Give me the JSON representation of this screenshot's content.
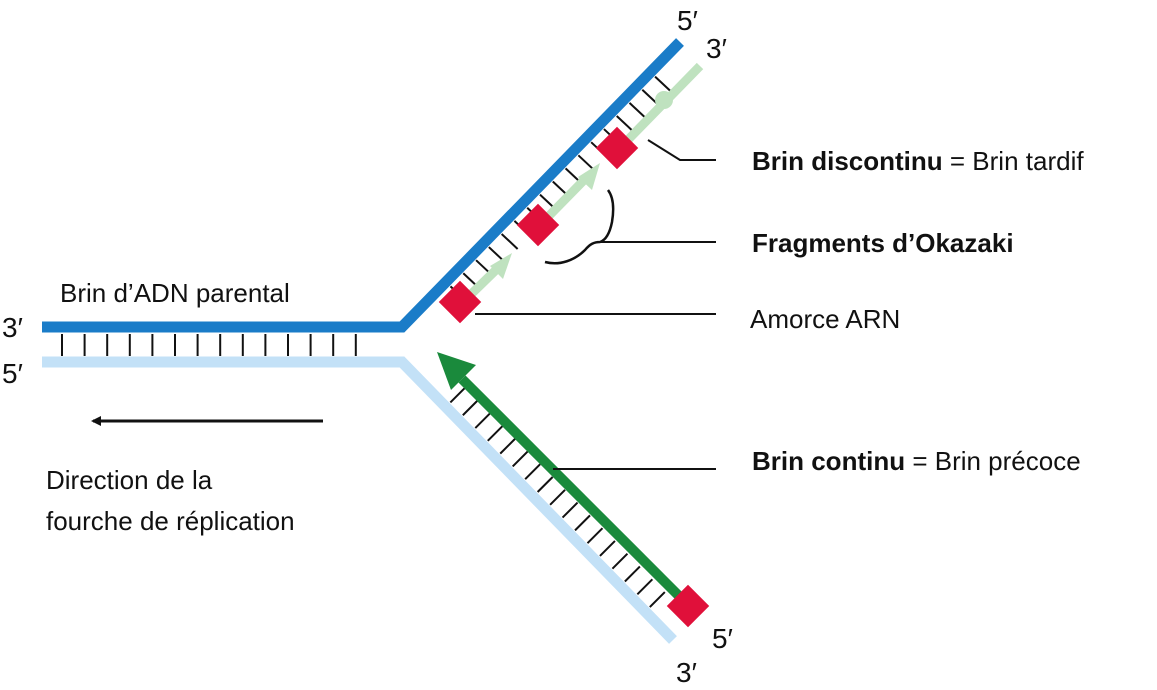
{
  "parental_strand_label": "Brin d’ADN parental",
  "ends": {
    "top_left": "3′",
    "bottom_left": "5′",
    "upper_arm_5": "5′",
    "upper_arm_3": "3′",
    "lower_arm_5": "5′",
    "lower_arm_3": "3′"
  },
  "direction_label": {
    "line1": "Direction de la",
    "line2": "fourche de réplication"
  },
  "callouts": {
    "lagging": {
      "term": "Brin discontinu",
      "rest": " = Brin tardif"
    },
    "okazaki": {
      "term": "Fragments d’Okazaki"
    },
    "primer": {
      "text": "Amorce ARN"
    },
    "leading": {
      "term": "Brin continu",
      "rest": " = Brin précoce"
    }
  },
  "colors": {
    "parental_dark": "#1a7cc8",
    "parental_light": "#c3e1f7",
    "leading_strand": "#1a8a3c",
    "lagging_fragments": "#bfe2bf",
    "rna_primer": "#e0103a",
    "lines": "#111111"
  }
}
